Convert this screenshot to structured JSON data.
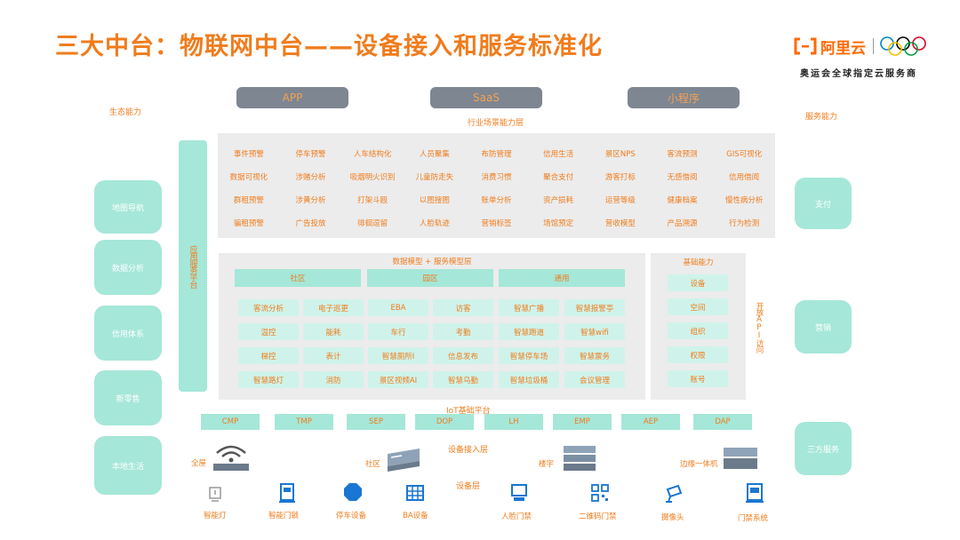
{
  "title": "三大中台：物联网中台——设备接入和服务标准化",
  "logo": {
    "brand": "阿里云",
    "tagline": "奥运会全球指定云服务商"
  },
  "labels": {
    "eco": "生态能力",
    "service": "服务能力",
    "industry": "行业场景能力层",
    "app_platform": "应用服务平台",
    "data_model": "数据模型 + 服务模型层",
    "basic": "基础能力",
    "open_api": "开放API访问",
    "iot_platform": "IoT基础平台",
    "device_access": "设备接入层",
    "device_layer": "设备层"
  },
  "top_apps": [
    "APP",
    "SaaS",
    "小程序"
  ],
  "left_boxes": [
    "地图导航",
    "数据分析",
    "信用体系",
    "新零售",
    "本地生活"
  ],
  "right_boxes": [
    "支付",
    "营销",
    "三方服务"
  ],
  "industry_grid": [
    [
      "事件预警",
      "停车预警",
      "人车结构化",
      "人员聚集",
      "布防管理",
      "信用生活",
      "景区NPS",
      "客流预测",
      "GIS可视化"
    ],
    [
      "数据可视化",
      "涉赌分析",
      "吸烟明火识别",
      "儿童防走失",
      "消费习惯",
      "聚合支付",
      "游客打标",
      "无感借阅",
      "信用借阅"
    ],
    [
      "群租预警",
      "涉黄分析",
      "打架斗殴",
      "以图搜图",
      "账单分析",
      "资产损耗",
      "运营等级",
      "健康档案",
      "慢性病分析"
    ],
    [
      "骗租预警",
      "广告投放",
      "徘徊逗留",
      "人脸轨迹",
      "营销标签",
      "场馆预定",
      "营收模型",
      "产品溯源",
      "行为检测"
    ]
  ],
  "data_model": {
    "headers": [
      "社区",
      "园区",
      "通用"
    ],
    "rows": [
      [
        "客流分析",
        "电子巡更",
        "EBA",
        "访客",
        "智慧广播",
        "智慧报警亭"
      ],
      [
        "温控",
        "能耗",
        "车行",
        "考勤",
        "智慧跑道",
        "智慧wifi"
      ],
      [
        "梯控",
        "表计",
        "智慧厕所I",
        "信息发布",
        "智慧停车场",
        "智慧票务"
      ],
      [
        "智慧路灯",
        "消防",
        "景区视频AI",
        "智慧乌勤",
        "智慧垃圾桶",
        "会议管理"
      ]
    ]
  },
  "basic_items": [
    "设备",
    "空间",
    "组织",
    "权限",
    "账号"
  ],
  "iot_strip": [
    "CMP",
    "TMP",
    "SEP",
    "DOP",
    "LH",
    "EMP",
    "AEP",
    "DAP"
  ],
  "access_devices": [
    "全屋",
    "社区",
    "楼宇",
    "边缘一体机"
  ],
  "devices": [
    "智能灯",
    "智能门锁",
    "停车设备",
    "BA设备",
    "人脸门禁",
    "二维码门禁",
    "摄像头",
    "门禁系统"
  ],
  "colors": {
    "accent": "#f07c1c",
    "mint": "#a5e7d8",
    "panel": "#ececec",
    "icon": "#1976d2"
  }
}
